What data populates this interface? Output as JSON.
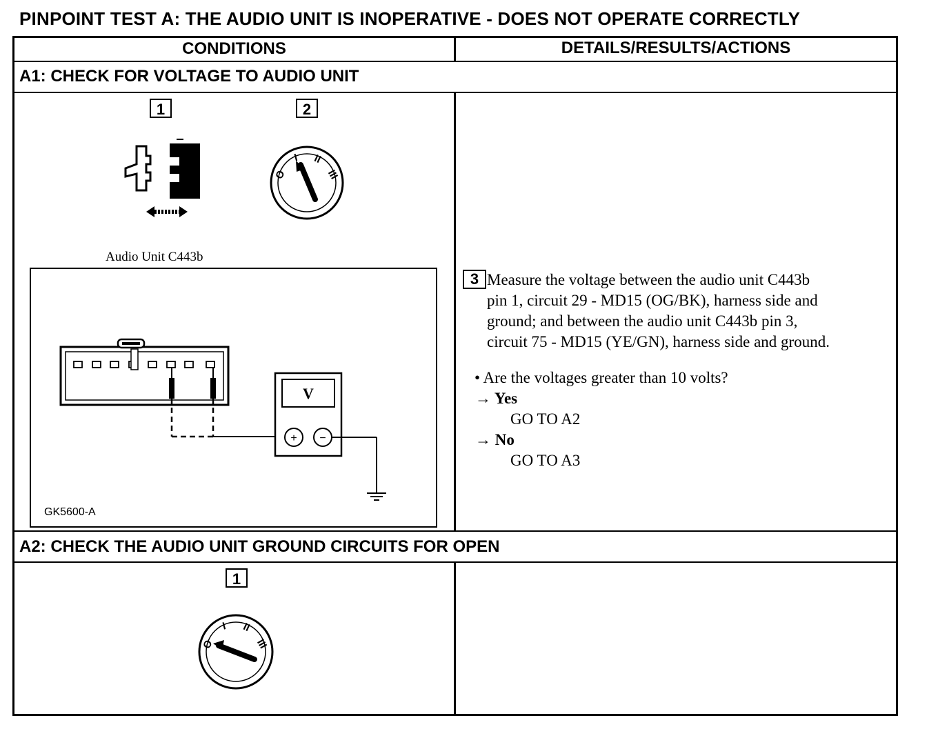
{
  "title": "PINPOINT TEST A: THE AUDIO UNIT IS INOPERATIVE - DOES NOT OPERATE CORRECTLY",
  "columns": {
    "conditions": "CONDITIONS",
    "details": "DETAILS/RESULTS/ACTIONS"
  },
  "sections": [
    {
      "heading": "A1: CHECK FOR VOLTAGE TO AUDIO UNIT",
      "steps": [
        "1",
        "2"
      ],
      "figure_label": "Audio Unit C443b",
      "figure_code": "GK5600-A",
      "meter_label": "V",
      "meter_plus": "+",
      "meter_minus": "−",
      "ignition_positions": [
        "O",
        "I",
        "II",
        "III"
      ],
      "step3_number": "3",
      "step3_lines": [
        "Measure the voltage between the audio unit C443b",
        "pin 1, circuit 29 - MD15 (OG/BK), harness side and",
        "ground; and between the audio unit C443b pin 3,",
        "circuit 75 - MD15 (YE/GN), harness side and ground."
      ],
      "question": "• Are the voltages greater than 10 volts?",
      "yes_label": "→ Yes",
      "yes_action": "GO TO A2",
      "no_label": "→ No",
      "no_action": "GO TO A3"
    },
    {
      "heading": "A2: CHECK THE AUDIO UNIT GROUND CIRCUITS FOR OPEN",
      "steps": [
        "1"
      ],
      "ignition_positions": [
        "O",
        "I",
        "II",
        "III"
      ]
    }
  ]
}
